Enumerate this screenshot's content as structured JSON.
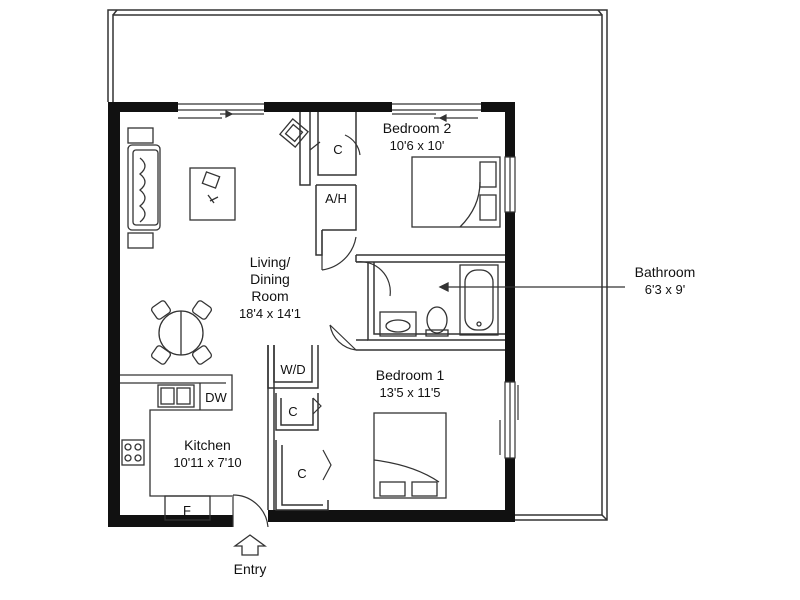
{
  "rooms": {
    "bedroom2": {
      "name": "Bedroom 2",
      "dims": "10'6 x 10'"
    },
    "living": {
      "name_line1": "Living/",
      "name_line2": "Dining",
      "name_line3": "Room",
      "dims": "18'4 x 14'1"
    },
    "bathroom": {
      "name": "Bathroom",
      "dims": "6'3 x 9'"
    },
    "bedroom1": {
      "name": "Bedroom 1",
      "dims": "13'5 x 11'5"
    },
    "kitchen": {
      "name": "Kitchen",
      "dims": "10'11 x 7'10"
    }
  },
  "tags": {
    "closet_bedroom2": "C",
    "air_handler": "A/H",
    "washer_dryer": "W/D",
    "closet_hall": "C",
    "closet_bedroom1": "C",
    "dishwasher": "DW",
    "fridge": "F"
  },
  "entry_label": "Entry"
}
